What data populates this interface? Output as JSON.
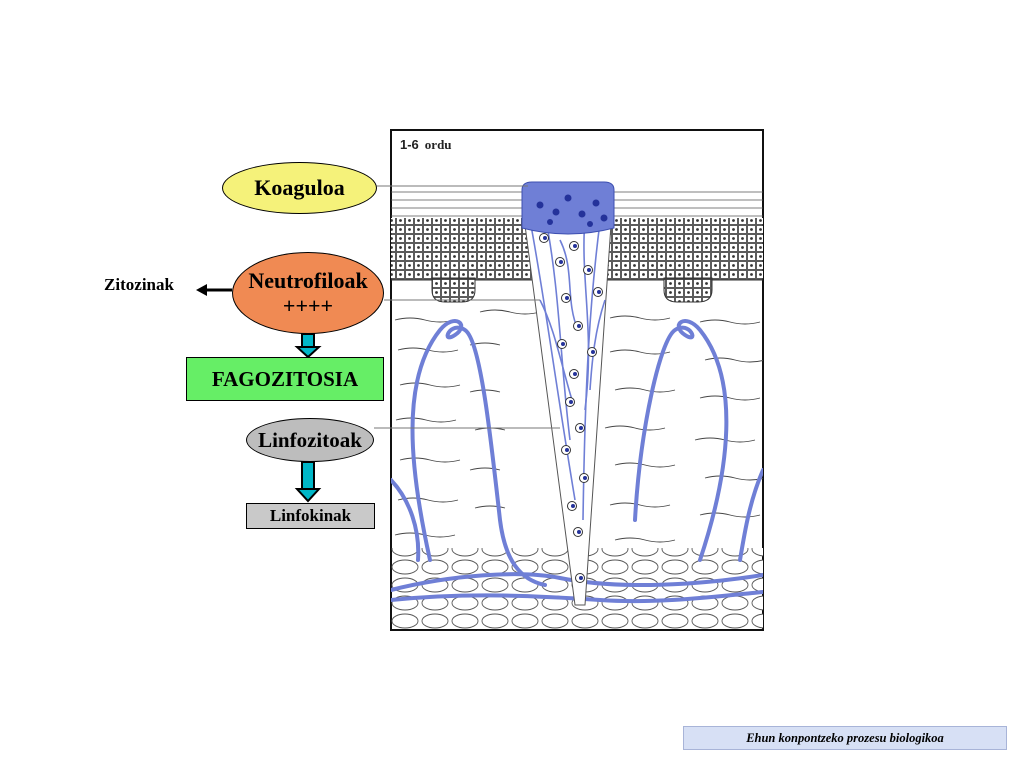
{
  "panel": {
    "time_prefix": "1-6",
    "time_unit": "ordu"
  },
  "labels": {
    "koaguloa": "Koaguloa",
    "neutrofiloak_line1": "Neutrofiloak",
    "neutrofiloak_line2": "++++",
    "zitozinak": "Zitozinak",
    "fagozitosia": "FAGOZITOSIA",
    "linfozitoak": "Linfozitoak",
    "linfokinak": "Linfokinak"
  },
  "footer": {
    "text": "Ehun konpontzeko prozesu biologikoa"
  },
  "colors": {
    "koaguloa": "#f5f27a",
    "neutrofiloak": "#f08a53",
    "fagozitosia": "#66ee66",
    "linfozitoak": "#bdbdbd",
    "linfokinak": "#c9c9c9",
    "arrow": "#00b7c8",
    "tissue_blue": "#6f7fd6",
    "footer_bg": "#d7e0f5"
  }
}
